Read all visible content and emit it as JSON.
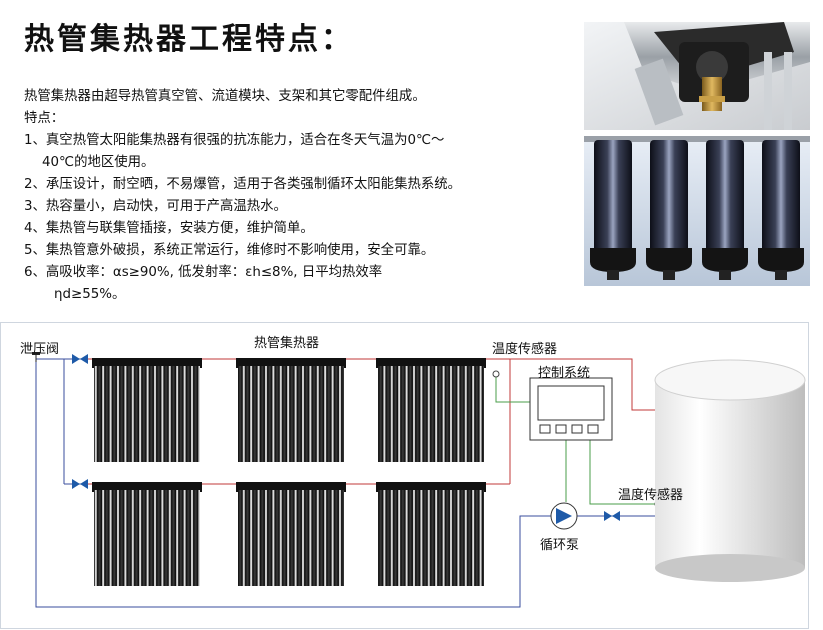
{
  "heading": {
    "title": "热管集热器工程特点："
  },
  "intro": "热管集热器由超导热管真空管、流道模块、支架和其它零配件组成。",
  "features_label": "特点：",
  "features": [
    {
      "line1": "1、真空热管太阳能集热器有很强的抗冻能力，适合在冬天气温为0℃～",
      "line2": "40℃的地区使用。"
    },
    {
      "line1": "2、承压设计，耐空晒，不易爆管，适用于各类强制循环太阳能集热系统。"
    },
    {
      "line1": "3、热容量小，启动快，可用于产高温热水。"
    },
    {
      "line1": "4、集热管与联集管插接，安装方便，维护简单。"
    },
    {
      "line1": "5、集热管意外破损，系统正常运行，维修时不影响使用，安全可靠。"
    },
    {
      "line1": "6、高吸收率：αs≥90%, 低发射率：εh≤8%, 日平均热效率",
      "line2": "ηd≥55%。"
    }
  ],
  "diagram": {
    "relief_valve": "泄压阀",
    "collector": "热管集热器",
    "temp_sensor_top": "温度传感器",
    "control_system": "控制系统",
    "temp_sensor_tank": "温度传感器",
    "pump": "循环泵"
  },
  "colors": {
    "hot_line": "#c23a3a",
    "cold_line": "#3a4e9e",
    "signal_line": "#4a9e4a",
    "valve_blue": "#1e5aa8"
  }
}
